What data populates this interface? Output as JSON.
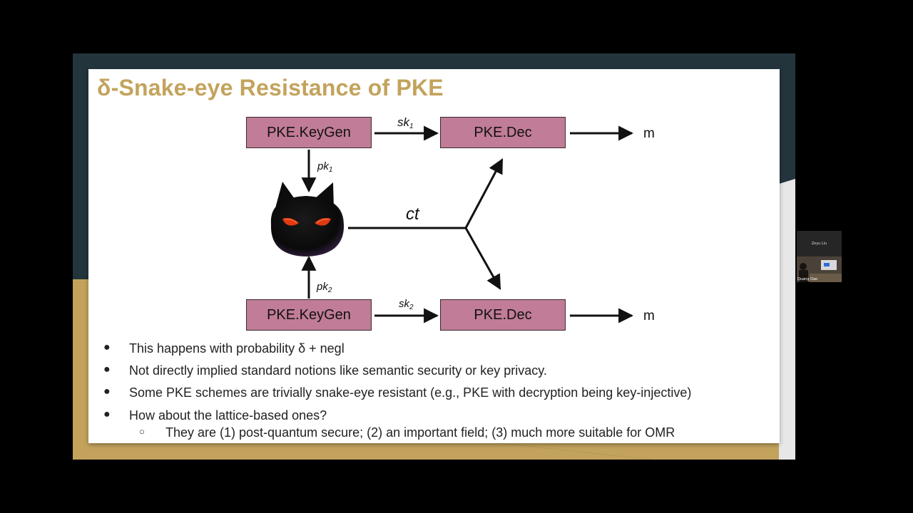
{
  "slide": {
    "title": "δ-Snake-eye Resistance of PKE",
    "colors": {
      "title": "#c3a35c",
      "box_fill": "#c17c97",
      "background_dark": "#24343d",
      "gold": "#c3a35c"
    }
  },
  "diagram": {
    "keygen_top": "PKE.KeyGen",
    "keygen_bottom": "PKE.KeyGen",
    "dec_top": "PKE.Dec",
    "dec_bottom": "PKE.Dec",
    "sk1_base": "sk",
    "sk1_sub": "1",
    "sk2_base": "sk",
    "sk2_sub": "2",
    "pk1_base": "pk",
    "pk1_sub": "1",
    "pk2_base": "pk",
    "pk2_sub": "2",
    "ct_label": "ct",
    "output_top": "m",
    "output_bottom": "m",
    "adversary_icon": "demon-cat-icon"
  },
  "bullets": [
    "This happens with probability δ + negl",
    "Not directly implied standard notions like semantic security or key privacy.",
    "Some PKE schemes are trivially snake-eye resistant (e.g., PKE with decryption being key-injective)",
    "How about the lattice-based ones?"
  ],
  "sub_bullets": [
    "They are (1) post-quantum secure; (2) an important field; (3) much more suitable for OMR"
  ],
  "participants": {
    "speaker_name": "Zeyu Liu",
    "camera_name": "Quang Dao"
  }
}
